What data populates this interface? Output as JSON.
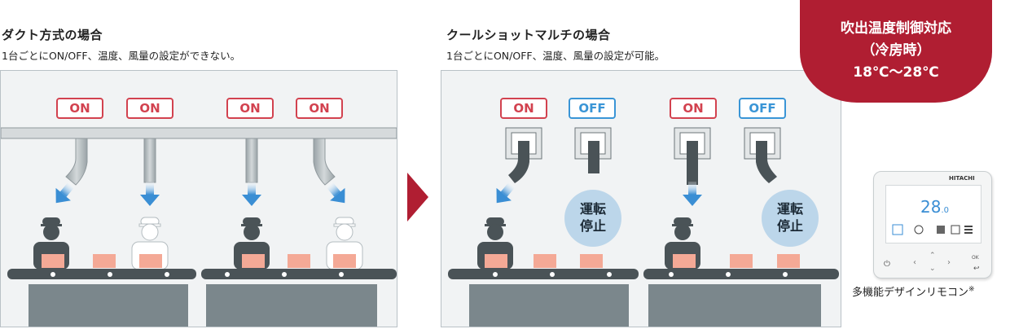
{
  "left": {
    "title": "ダクト方式の場合",
    "subtitle": "1台ごとにON/OFF、温度、風量の設定ができない。",
    "switches": [
      "ON",
      "ON",
      "ON",
      "ON"
    ]
  },
  "right": {
    "title": "クールショットマルチの場合",
    "subtitle": "1台ごとにON/OFF、温度、風量の設定が可能。",
    "switches": [
      "ON",
      "OFF",
      "ON",
      "OFF"
    ],
    "stopped_label_line1": "運転",
    "stopped_label_line2": "停止"
  },
  "badge": {
    "line1": "吹出温度制御対応",
    "line2": "（冷房時）",
    "line3": "18℃〜28℃"
  },
  "remote": {
    "brand": "HITACHI",
    "temp": "28",
    "temp_decimal": ".0",
    "caption": "多機能デザインリモコン",
    "caption_note": "※"
  },
  "colors": {
    "on": "#d2424f",
    "off": "#3a95d6",
    "accent": "#b01e32",
    "arrow": "#3a8ed4"
  }
}
